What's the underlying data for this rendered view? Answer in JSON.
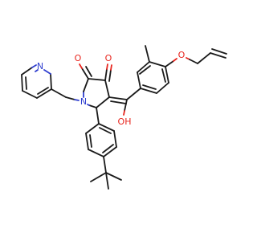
{
  "molecule": {
    "atoms": {
      "N_pyridine": "N",
      "N_ring": "N",
      "O_ketone1": "O",
      "O_ketone2": "O",
      "O_hydroxyl": "OH",
      "O_ether": "O"
    },
    "colors": {
      "bond": "#1a1a1a",
      "oxygen": "#e8261f",
      "nitrogen": "#2f3ecf",
      "background": "#ffffff"
    }
  }
}
